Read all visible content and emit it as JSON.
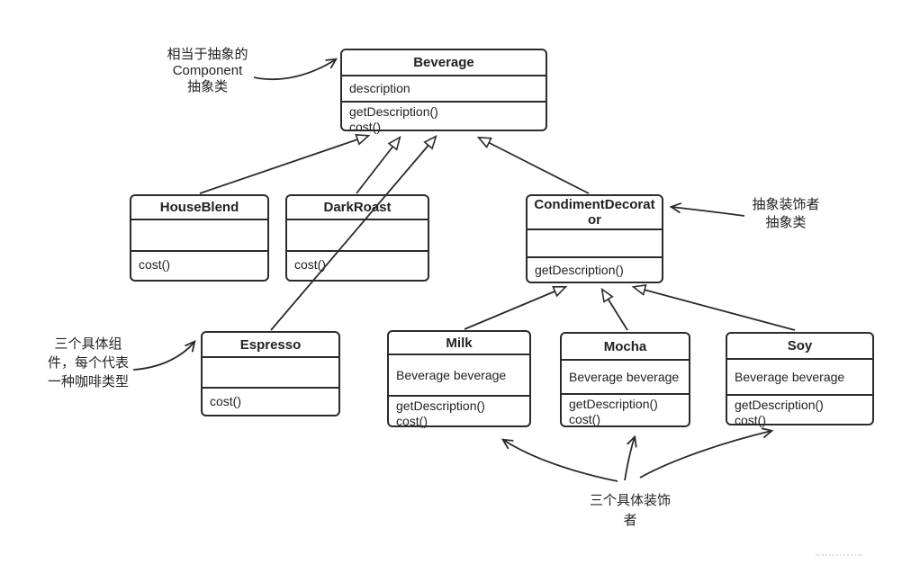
{
  "classes": [
    {
      "name": "Beverage",
      "attributes": [
        "description"
      ],
      "methods": [
        "getDescription()",
        "cost()"
      ]
    },
    {
      "name": "HouseBlend",
      "attributes": [],
      "methods": [
        "cost()"
      ]
    },
    {
      "name": "DarkRoast",
      "attributes": [],
      "methods": [
        "cost()"
      ]
    },
    {
      "name": "CondimentDecorator",
      "attributes": [],
      "methods": [
        "getDescription()"
      ]
    },
    {
      "name": "Espresso",
      "attributes": [],
      "methods": [
        "cost()"
      ]
    },
    {
      "name": "Milk",
      "attributes": [
        "Beverage beverage"
      ],
      "methods": [
        "getDescription()",
        "cost()"
      ]
    },
    {
      "name": "Mocha",
      "attributes": [
        "Beverage beverage"
      ],
      "methods": [
        "getDescription()",
        "cost()"
      ]
    },
    {
      "name": "Soy",
      "attributes": [
        "Beverage beverage"
      ],
      "methods": [
        "getDescription()",
        "cost()"
      ]
    }
  ],
  "annotations": [
    {
      "id": "component-note",
      "lines": [
        "相当于抽象的",
        "Component",
        "抽象类"
      ],
      "points_to": "Beverage"
    },
    {
      "id": "abstract-decorator-note",
      "lines": [
        "抽象装饰者",
        "抽象类"
      ],
      "points_to": "CondimentDecorator"
    },
    {
      "id": "concrete-components-note",
      "lines": [
        "三个具体组",
        "件，每个代表",
        "一种咖啡类型"
      ],
      "points_to": "Espresso"
    },
    {
      "id": "concrete-decorators-note",
      "lines": [
        "三个具体装饰",
        "者"
      ],
      "points_to": "Milk, Mocha, Soy"
    }
  ],
  "relationships": [
    {
      "from": "HouseBlend",
      "to": "Beverage",
      "type": "generalization"
    },
    {
      "from": "DarkRoast",
      "to": "Beverage",
      "type": "generalization"
    },
    {
      "from": "Espresso",
      "to": "Beverage",
      "type": "generalization"
    },
    {
      "from": "CondimentDecorator",
      "to": "Beverage",
      "type": "generalization"
    },
    {
      "from": "Milk",
      "to": "CondimentDecorator",
      "type": "generalization"
    },
    {
      "from": "Mocha",
      "to": "CondimentDecorator",
      "type": "generalization"
    },
    {
      "from": "Soy",
      "to": "CondimentDecorator",
      "type": "generalization"
    }
  ],
  "colors": {
    "stroke": "#2b2b2b",
    "background": "#ffffff",
    "text": "#232323"
  }
}
